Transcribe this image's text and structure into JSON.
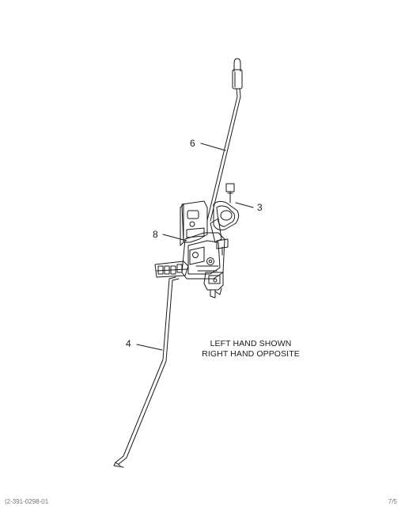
{
  "diagram": {
    "callouts": [
      {
        "id": "6",
        "label": "6"
      },
      {
        "id": "3",
        "label": "3"
      },
      {
        "id": "8",
        "label": "8"
      },
      {
        "id": "4",
        "label": "4"
      }
    ],
    "note": {
      "line1": "LEFT HAND SHOWN",
      "line2": "RIGHT HAND OPPOSITE"
    }
  },
  "footer": {
    "left_code": "(2-391-0298-01",
    "right_code": "7/5"
  },
  "colors": {
    "line": "#1a1a1a",
    "background": "#ffffff"
  }
}
